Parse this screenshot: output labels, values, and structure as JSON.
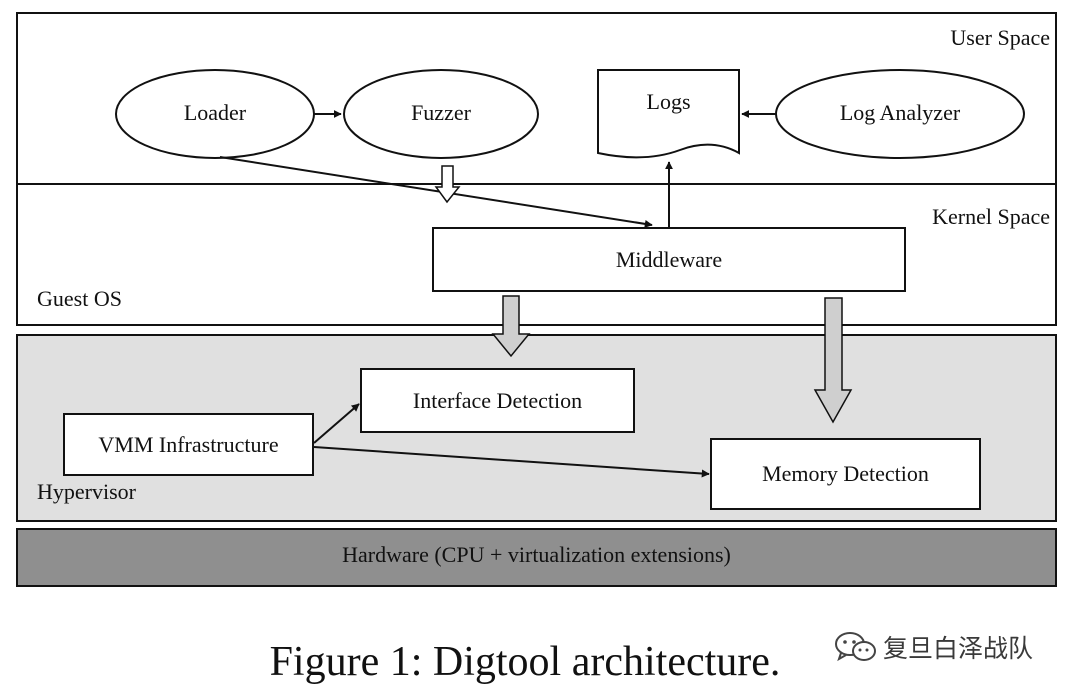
{
  "diagram": {
    "layers": {
      "user_space": "User Space",
      "kernel_space": "Kernel Space",
      "guest_os": "Guest OS",
      "hypervisor": "Hypervisor",
      "hardware": "Hardware (CPU + virtualization extensions)"
    },
    "nodes": {
      "loader": "Loader",
      "fuzzer": "Fuzzer",
      "logs": "Logs",
      "log_analyzer": "Log Analyzer",
      "middleware": "Middleware",
      "interface_detection": "Interface Detection",
      "vmm_infrastructure": "VMM Infrastructure",
      "memory_detection": "Memory Detection"
    },
    "colors": {
      "hypervisor_fill": "#e0e0e0",
      "hardware_fill": "#8f8f8f",
      "line": "#111111"
    }
  },
  "caption": "Figure 1: Digtool architecture.",
  "watermark": {
    "icon": "wechat-icon",
    "text": "复旦白泽战队"
  }
}
